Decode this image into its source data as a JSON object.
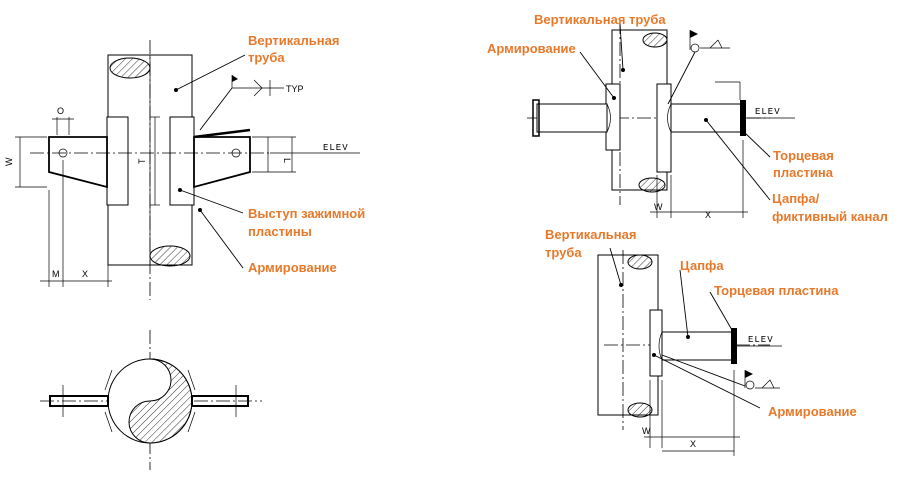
{
  "colors": {
    "callout": "#e8792b",
    "line": "#000000",
    "background": "#ffffff"
  },
  "view_left": {
    "vertical_pipe": "Вертикальная\nтруба",
    "clamp_plate": "Выступ зажимной\nпластины",
    "reinforcement": "Армирование",
    "dim_O": "O",
    "dim_W": "W",
    "dim_T": "T",
    "dim_L": "L",
    "dim_M": "M",
    "dim_X": "X",
    "typ": "TYP",
    "elev": "ELEV"
  },
  "view_right_top": {
    "vertical_pipe": "Вертикальная труба",
    "reinforcement": "Армирование",
    "end_plate": "Торцевая\nпластина",
    "trunnion": "Цапфа/\nфиктивный канал",
    "dim_W": "W",
    "dim_X": "X",
    "elev": "ELEV"
  },
  "view_right_bottom": {
    "vertical_pipe": "Вертикальная\nтруба",
    "trunnion": "Цапфа",
    "end_plate": "Торцевая пластина",
    "reinforcement": "Армирование",
    "dim_W": "W",
    "dim_X": "X",
    "elev": "ELEV"
  }
}
